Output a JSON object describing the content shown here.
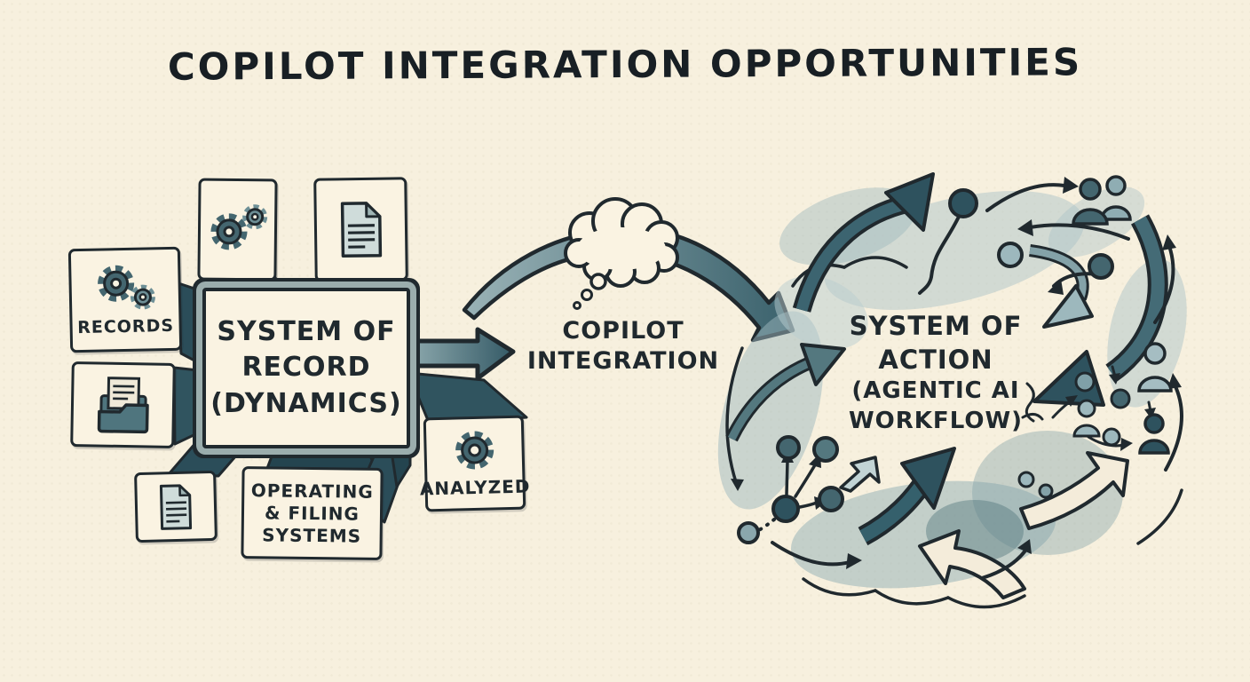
{
  "title": "COPILOT INTEGRATION OPPORTUNITIES",
  "palette": {
    "background": "#f7f0de",
    "ink": "#20292e",
    "teal_dark": "#2e525e",
    "teal_mid": "#4f757e",
    "teal_soft": "#84a2a8",
    "teal_wash": "#aec4c7",
    "box_fill": "#faf3e2",
    "frame_gray": "#9badad"
  },
  "left_cluster": {
    "center_box": {
      "line1": "SYSTEM OF",
      "line2": "RECORD",
      "line3": "(DYNAMICS)"
    },
    "records_box": {
      "label": "RECORDS",
      "icon": "gears-icon"
    },
    "gears_box": {
      "icon": "gears-icon"
    },
    "document_top_box": {
      "icon": "document-icon"
    },
    "folder_box": {
      "icon": "folder-icon"
    },
    "document_bottom_box": {
      "icon": "document-icon"
    },
    "operating_box": {
      "line1": "OPERATING",
      "line2": "& FILING",
      "line3": "SYSTEMS"
    },
    "analyzed_box": {
      "label": "ANALYZED",
      "icon": "gear-icon"
    }
  },
  "middle": {
    "label_line1": "COPILOT",
    "label_line2": "INTEGRATION",
    "cloud_icon": "thought-cloud-icon",
    "arrow_icons": [
      "straight-arrow-icon",
      "curved-arrow-icon"
    ]
  },
  "right_cluster": {
    "line1": "SYSTEM OF",
    "line2": "ACTION",
    "line3": "(AGENTIC AI",
    "line4": "WORKFLOW)",
    "icons": [
      "swirl-arrow-icons",
      "workflow-node-icons",
      "people-icons",
      "watercolor-wash"
    ]
  }
}
